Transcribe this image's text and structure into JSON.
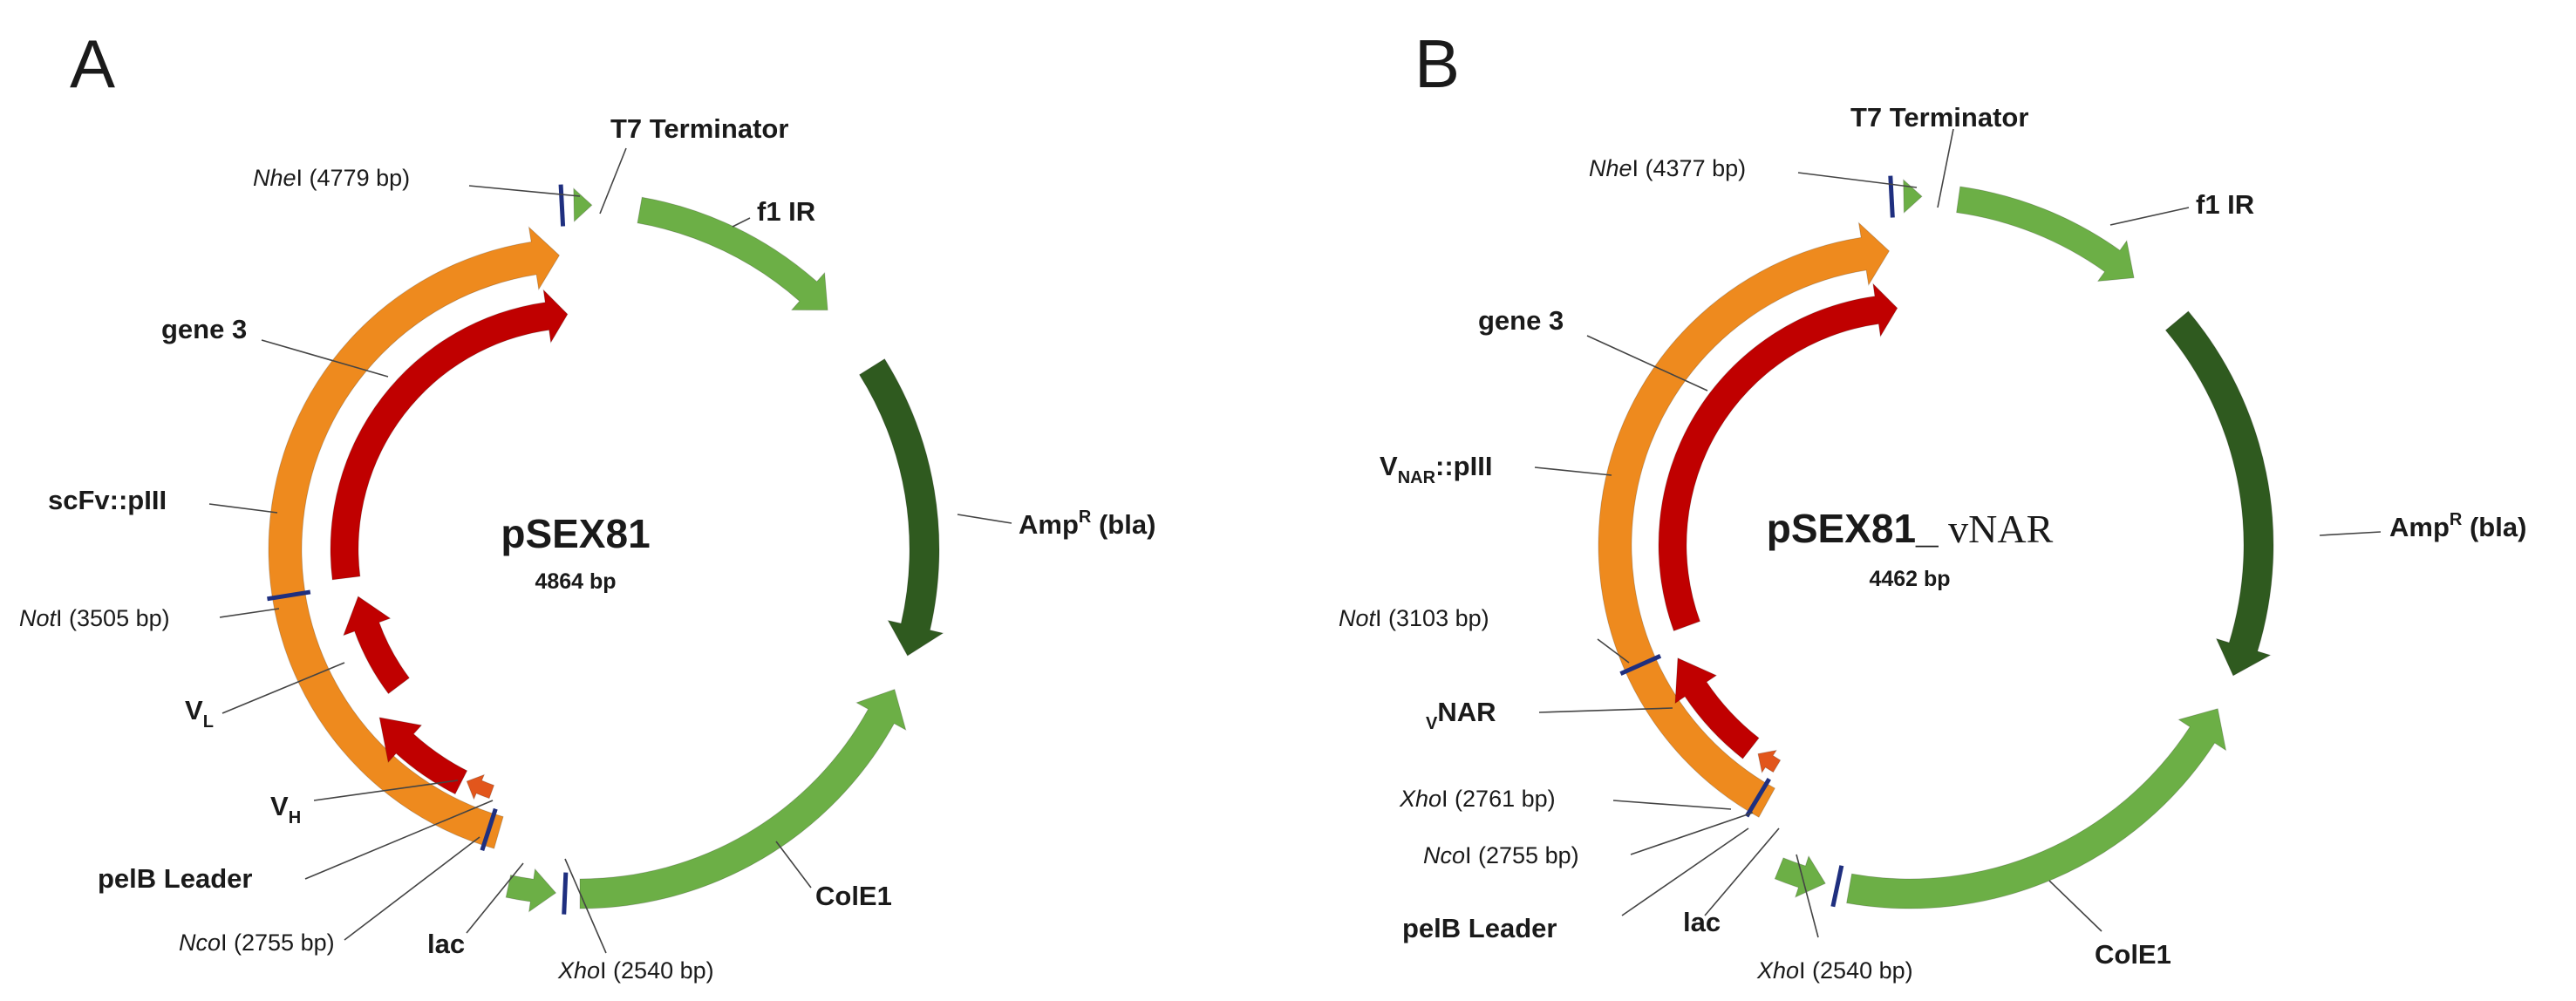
{
  "colors": {
    "orange": "#EE8A1E",
    "red": "#C00000",
    "light_green": "#6CAF46",
    "dark_green": "#2F5A1F",
    "leader_red": "#E2561C",
    "site_blue": "#1F2F7F",
    "ring": "#F3F3D2"
  },
  "panel_a": {
    "letter": "A",
    "plasmid_name": "pSEX81",
    "plasmid_size": "4864 bp",
    "t7": "T7 Terminator",
    "nhei_enzyme": "Nhe",
    "nhei_suffix": "I (4779 bp)",
    "f1": "f1 IR",
    "gene3": "gene 3",
    "fusion": "scFv::pIII",
    "noti_enzyme": "Not",
    "noti_suffix": "I (3505 bp)",
    "vl_main": "V",
    "vl_sub": "L",
    "vh_main": "V",
    "vh_sub": "H",
    "pelb": "pelB Leader",
    "ncoi_enzyme": "Nco",
    "ncoi_suffix": "I (2755 bp)",
    "lac": "lac",
    "xhoi_enzyme": "Xho",
    "xhoi_suffix": "I (2540 bp)",
    "cole1": "ColE1",
    "amp_main": "Amp",
    "amp_sup": "R",
    "amp_rest": " (bla)"
  },
  "panel_b": {
    "letter": "B",
    "plasmid_name": "pSEX81_",
    "plasmid_name_suffix": " vNAR",
    "plasmid_size": "4462 bp",
    "t7": "T7 Terminator",
    "nhei_enzyme": "Nhe",
    "nhei_suffix": "I (4377 bp)",
    "f1": "f1 IR",
    "gene3": "gene 3",
    "fusion_main": "V",
    "fusion_sub": "NAR",
    "fusion_rest": "::pIII",
    "noti_enzyme": "Not",
    "noti_suffix": "I (3103 bp)",
    "vnar_sub": "V",
    "vnar_main": "NAR",
    "xhoi2_enzyme": "Xho",
    "xhoi2_suffix": "I (2761 bp)",
    "ncoi_enzyme": "Nco",
    "ncoi_suffix": "I (2755 bp)",
    "pelb": "pelB Leader",
    "lac": "lac",
    "xhoi_enzyme": "Xho",
    "xhoi_suffix": "I (2540 bp)",
    "cole1": "ColE1",
    "amp_main": "Amp",
    "amp_sup": "R",
    "amp_rest": " (bla)"
  }
}
